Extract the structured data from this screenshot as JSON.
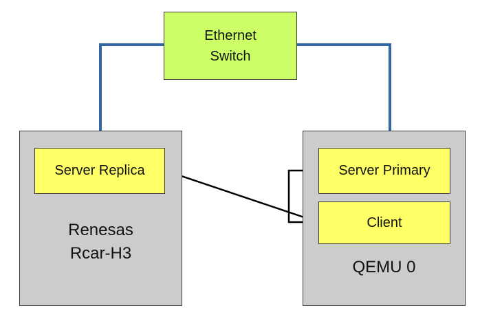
{
  "switch": {
    "line1": "Ethernet",
    "line2": "Switch",
    "fill": "#ccff66"
  },
  "left_host": {
    "line1": "Renesas",
    "line2": "Rcar-H3",
    "fill": "#cccccc",
    "process": "Server Replica"
  },
  "right_host": {
    "label": "QEMU 0",
    "fill": "#cccccc",
    "process_top": "Server Primary",
    "process_bottom": "Client"
  },
  "colors": {
    "process_fill": "#ffff66",
    "network_link": "#3465a4",
    "arrow": "#000000"
  }
}
